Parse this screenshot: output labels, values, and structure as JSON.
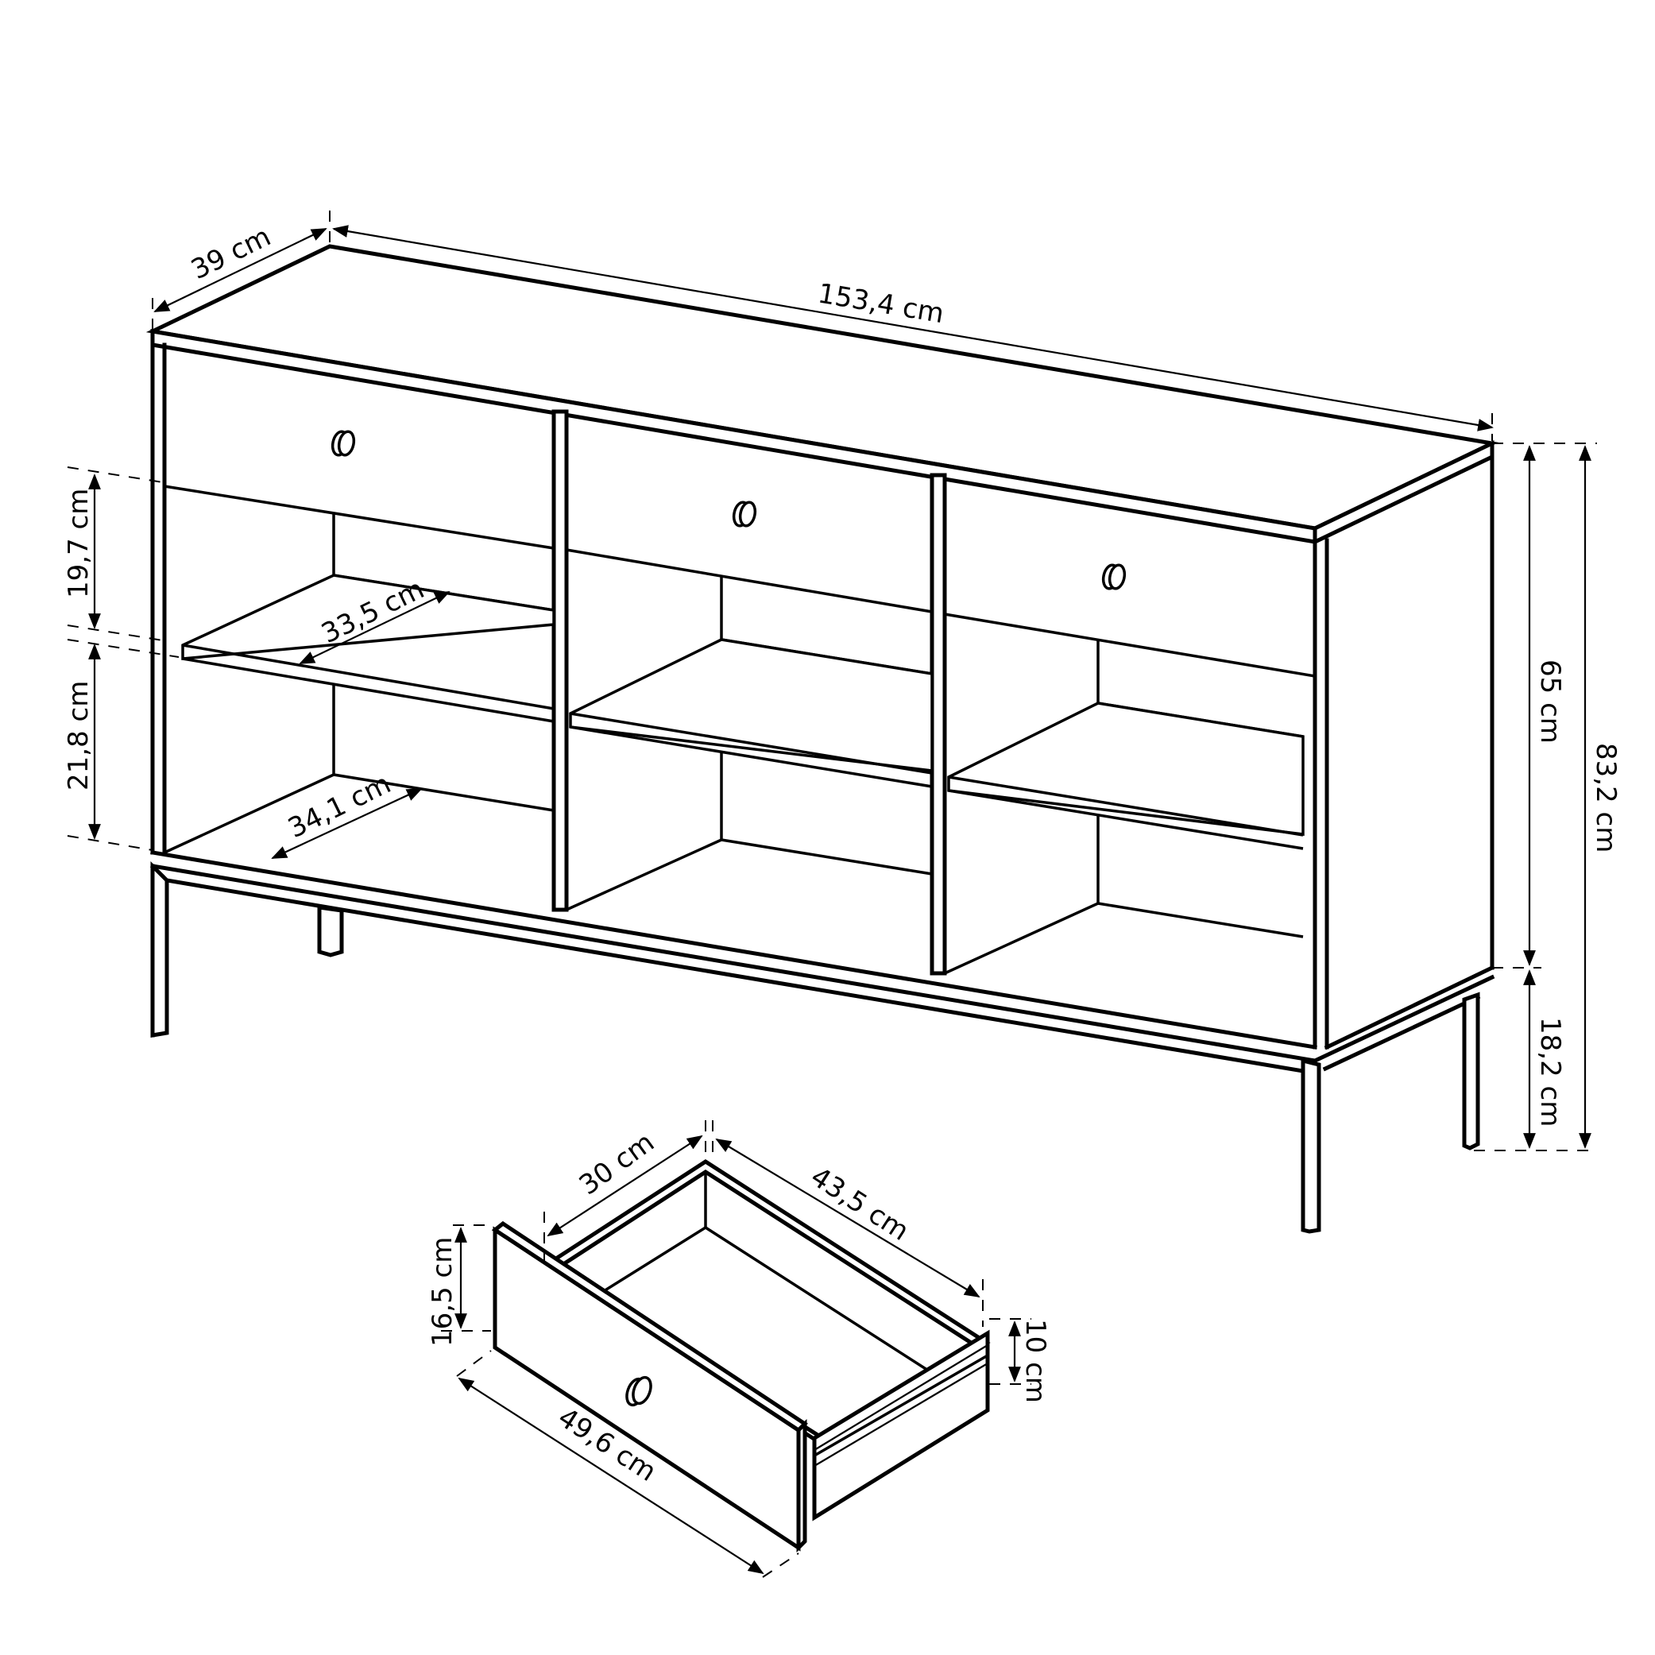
{
  "diagram": {
    "type": "furniture dimension drawing",
    "subject": "sideboard with 3 drawers and open shelves",
    "colors": {
      "line": "#000000",
      "background": "#ffffff"
    }
  },
  "dimensions": {
    "depth": "39 cm",
    "width": "153,4 cm",
    "total_height": "83,2 cm",
    "body_height": "65 cm",
    "leg_height": "18,2 cm",
    "upper_compartment_height": "19,7 cm",
    "lower_compartment_height": "21,8 cm",
    "shelf_depth": "33,5 cm",
    "bottom_depth": "34,1 cm"
  },
  "drawer_detail": {
    "inner_width": "30 cm",
    "inner_depth": "43,5 cm",
    "front_height": "16,5 cm",
    "box_height": "10 cm",
    "front_width": "49,6 cm"
  }
}
